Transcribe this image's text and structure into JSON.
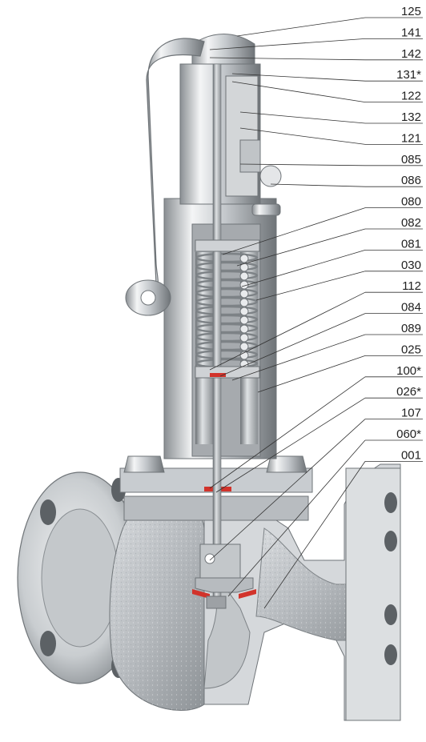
{
  "callouts": [
    {
      "id": "125"
    },
    {
      "id": "141"
    },
    {
      "id": "142"
    },
    {
      "id": "131*"
    },
    {
      "id": "122"
    },
    {
      "id": "132"
    },
    {
      "id": "121"
    },
    {
      "id": "085"
    },
    {
      "id": "086"
    },
    {
      "id": "080"
    },
    {
      "id": "082"
    },
    {
      "id": "081"
    },
    {
      "id": "030"
    },
    {
      "id": "112"
    },
    {
      "id": "084"
    },
    {
      "id": "089"
    },
    {
      "id": "025"
    },
    {
      "id": "100*"
    },
    {
      "id": "026*"
    },
    {
      "id": "107"
    },
    {
      "id": "060*"
    },
    {
      "id": "001"
    }
  ],
  "colors": {
    "metal_light": "#e6e8ea",
    "metal_mid": "#b9bdc1",
    "metal_dark": "#7d8286",
    "cut_face": "#d3d6d8",
    "gasket_red": "#d2332b"
  }
}
